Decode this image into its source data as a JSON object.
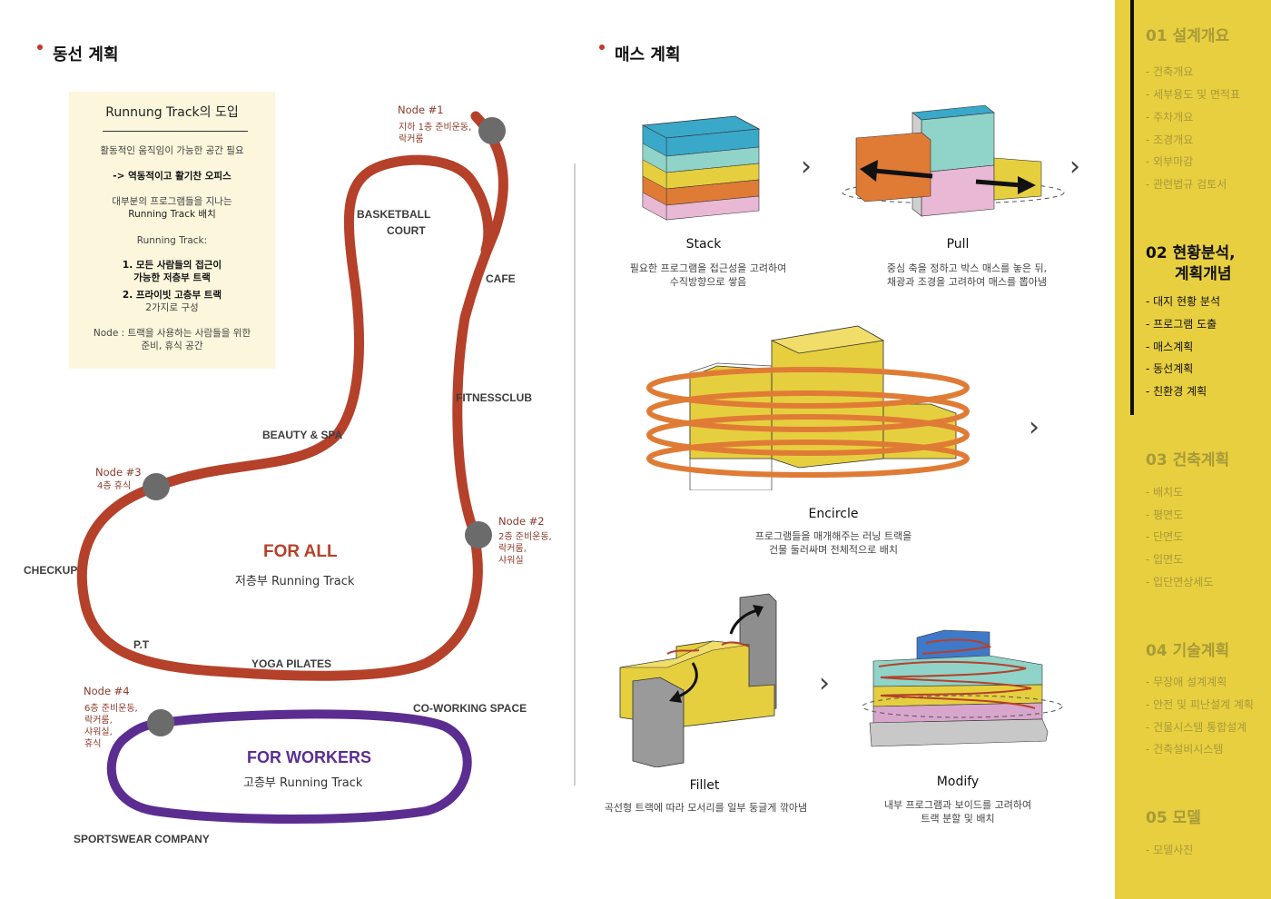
{
  "left": {
    "title": "동선 계획",
    "intro": {
      "title": "Runnung Track의 도입",
      "l1": "활동적인 움직임이 가능한 공간 필요",
      "l2": "-> 역동적이고 활기찬 오피스",
      "l3a": "대부분의 프로그램들을 지나는",
      "l3b": "Running Track 배치",
      "l4": "Running Track:",
      "l5a": "1. 모든 사람들의 접근이",
      "l5b": "가능한 저층부 트랙",
      "l6a": "2. 프라이빗 고층부 트랙",
      "l6b": "2가지로 구성",
      "l7a": "Node : 트랙을 사용하는 사람들을 위한",
      "l7b": "준비, 휴식 공간"
    },
    "labels": {
      "basketball1": "BASKETBALL",
      "basketball2": "COURT",
      "cafe": "CAFE",
      "fitness": "FITNESSCLUB",
      "beauty": "BEAUTY & SPA",
      "checkup": "CHECKUP",
      "pt": "P.T",
      "yoga": "YOGA PILATES",
      "coworking": "CO-WORKING SPACE",
      "sportswear": "SPORTSWEAR COMPANY"
    },
    "nodes": {
      "n1": {
        "title": "Node #1",
        "d1": "지하 1층 준비운동,",
        "d2": "락커룸"
      },
      "n2": {
        "title": "Node #2",
        "d1": "2층 준비운동,",
        "d2": "락커룸,",
        "d3": "샤워실"
      },
      "n3": {
        "title": "Node #3",
        "d1": "4층 휴식"
      },
      "n4": {
        "title": "Node #4",
        "d1": "6층 준비운동,",
        "d2": "락커룸,",
        "d3": "샤워실,",
        "d4": "휴식"
      }
    },
    "for_all": {
      "title": "FOR ALL",
      "sub": "저층부 Running Track"
    },
    "for_workers": {
      "title": "FOR WORKERS",
      "sub": "고층부 Running Track"
    }
  },
  "right": {
    "title": "매스 계획",
    "stack": {
      "title": "Stack",
      "d1": "필요한 프로그램을 접근성을 고려하여",
      "d2": "수직방향으로 쌓음"
    },
    "pull": {
      "title": "Pull",
      "d1": "중심 축을 정하고 박스 매스를 놓은 뒤,",
      "d2": "채광과 조경을 고려하여 매스를 뽑아냄"
    },
    "encircle": {
      "title": "Encircle",
      "d1": "프로그램들을 매개해주는 러닝 트랙을",
      "d2": "건물 둘러싸며 전체적으로 배치"
    },
    "fillet": {
      "title": "Fillet",
      "d1": "곡선형 트랙에 따라 모서리를 일부 둥글게 깎아냄"
    },
    "modify": {
      "title": "Modify",
      "d1": "내부 프로그램과 보이드를 고려하여",
      "d2": "트랙 분할 및 배치"
    },
    "arrow_glyph": "›"
  },
  "sidebar": {
    "s1": {
      "title": "01 설계개요",
      "items": [
        "- 건축개요",
        "- 세부용도 및 면적표",
        "- 주차개요",
        "- 조경개요",
        "- 외부마감",
        "- 관련법규 검토서"
      ]
    },
    "s2": {
      "title1": "02 현황분석,",
      "title2": "계획개념",
      "items": [
        "- 대지 현황 분석",
        "- 프로그램 도출",
        "- 매스계획",
        "- 동선계획",
        "- 친환경 계획"
      ]
    },
    "s3": {
      "title": "03 건축계획",
      "items": [
        "- 배치도",
        "- 평면도",
        "- 단면도",
        "- 입면도",
        "- 입단면상세도"
      ]
    },
    "s4": {
      "title": "04 기술계획",
      "items": [
        "- 무장애 설계계획",
        "- 안전 및 피난설계 계획",
        "- 건물시스템 통합설계",
        "- 건축설비시스템"
      ]
    },
    "s5": {
      "title": "05 모델",
      "items": [
        "- 모델사진"
      ]
    }
  },
  "colors": {
    "track_red": "#b5412a",
    "track_purple": "#5c2d91",
    "node_gray": "#6b6b6b",
    "sidebar_yellow": "#e8cf3f"
  }
}
